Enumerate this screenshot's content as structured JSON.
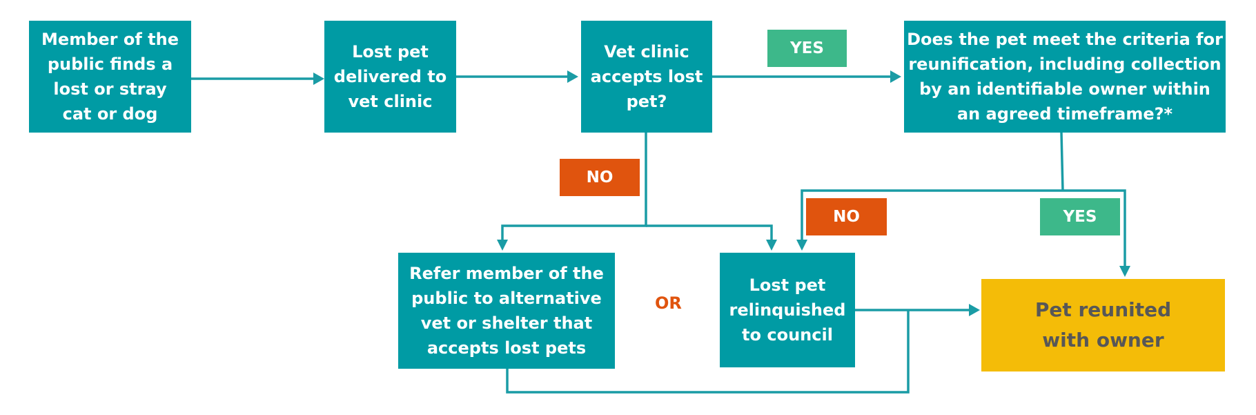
{
  "nodes": {
    "finder": "Member of the\npublic finds a\nlost or stray\ncat or dog",
    "delivered": "Lost pet\ndelivered to\nvet clinic",
    "accepts": "Vet clinic\naccepts lost\npet?",
    "criteria": "Does the pet meet the criteria for\nreunification, including collection\nby an identifiable owner within\nan agreed timeframe?*",
    "refer": "Refer member of the\npublic to alternative\nvet or shelter that\naccepts lost pets",
    "relinquished": "Lost pet\nrelinquished\nto council",
    "reunited": "Pet reunited\nwith owner"
  },
  "labels": {
    "yes_accepts": "YES",
    "no_accepts": "NO",
    "no_criteria": "NO",
    "yes_criteria": "YES",
    "or": "OR"
  },
  "colors": {
    "box": "#009BA4",
    "yes": "#3DB88A",
    "no": "#E0540E",
    "final": "#F4BC08",
    "final_text": "#575757"
  }
}
